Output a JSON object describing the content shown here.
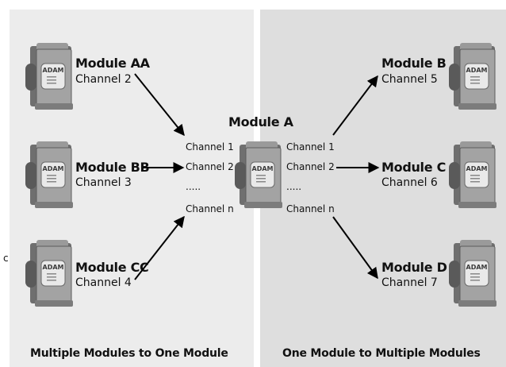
{
  "panels": {
    "left_caption": "Multiple Modules to One Module",
    "right_caption": "One Module to Multiple Modules"
  },
  "center": {
    "title": "Module A",
    "left_channels": [
      "Channel 1",
      "Channel 2",
      ".....",
      "Channel n"
    ],
    "right_channels": [
      "Channel 1",
      "Channel 2",
      ".....",
      "Channel n"
    ]
  },
  "left_modules": [
    {
      "name": "Module AA",
      "channel": "Channel 2"
    },
    {
      "name": "Module BB",
      "channel": "Channel 3"
    },
    {
      "name": "Module CC",
      "channel": "Channel 4"
    }
  ],
  "right_modules": [
    {
      "name": "Module B",
      "channel": "Channel 5"
    },
    {
      "name": "Module C",
      "channel": "Channel 6"
    },
    {
      "name": "Module D",
      "channel": "Channel 7"
    }
  ],
  "device_logo": "ADAM",
  "stray_mark": "c",
  "colors": {
    "left_panel": "#ececec",
    "right_panel": "#dedede",
    "device_body": "#8a8a8a",
    "arrow": "#000000"
  }
}
